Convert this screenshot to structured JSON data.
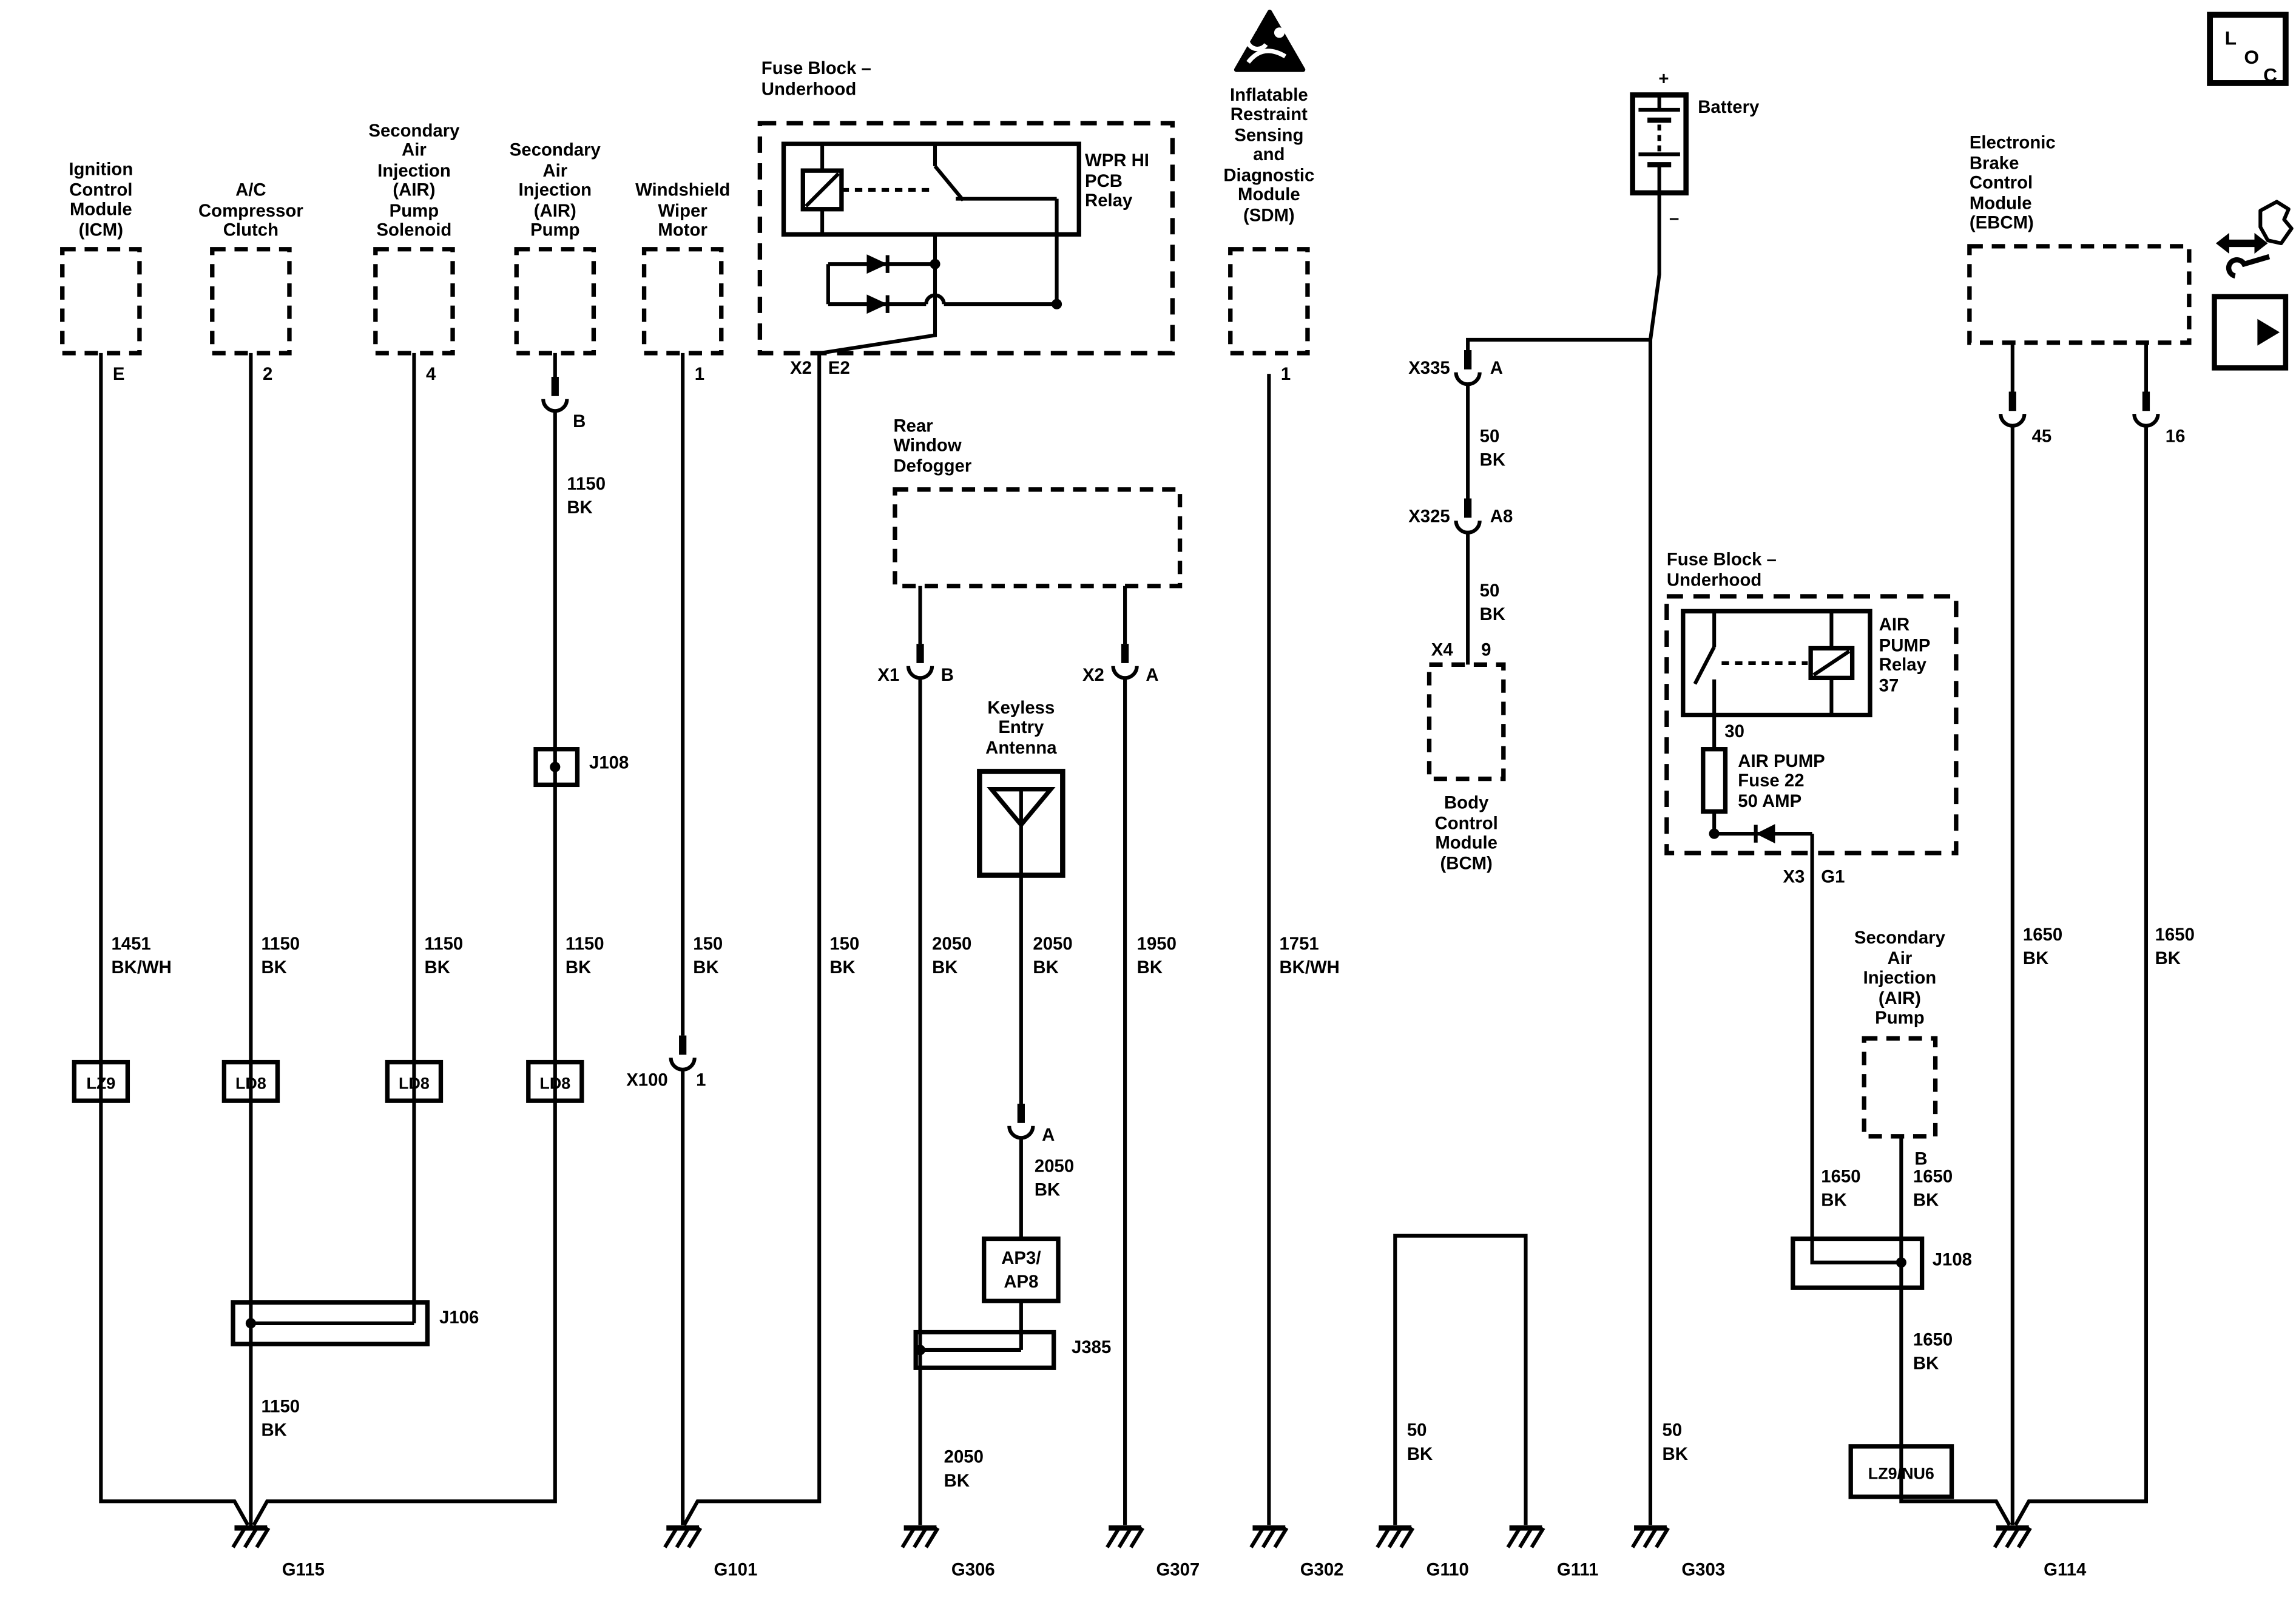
{
  "colors": {
    "ink": "#000000",
    "paper": "#ffffff"
  },
  "corner_box": {
    "letters": [
      "L",
      "O",
      "C"
    ]
  },
  "icons": {
    "top_left_of_sdm": "srs-airbag-warning-icon",
    "right_of_ebcm_1": "service-wrench-arrow-icon",
    "right_of_ebcm_2": "continue-arrow-icon"
  },
  "modules": {
    "icm": {
      "lines": [
        "Ignition",
        "Control",
        "Module",
        "(ICM)"
      ],
      "pin": "E"
    },
    "ac_compressor_clutch": {
      "lines": [
        "A/C",
        "Compressor",
        "Clutch"
      ],
      "pin": "2"
    },
    "air_pump_solenoid": {
      "lines": [
        "Secondary",
        "Air",
        "Injection",
        "(AIR)",
        "Pump",
        "Solenoid"
      ],
      "pin": "4"
    },
    "air_pump_left": {
      "lines": [
        "Secondary",
        "Air",
        "Injection",
        "(AIR)",
        "Pump"
      ],
      "pin": "B"
    },
    "wiper_motor": {
      "lines": [
        "Windshield",
        "Wiper",
        "Motor"
      ],
      "pin": "1"
    },
    "sdm": {
      "lines": [
        "Inflatable",
        "Restraint",
        "Sensing",
        "and",
        "Diagnostic",
        "Module",
        "(SDM)"
      ],
      "pin": "1"
    },
    "rear_defogger": {
      "lines": [
        "Rear",
        "Window",
        "Defogger"
      ],
      "conn_left": "X1",
      "pin_left": "B",
      "conn_right": "X2",
      "pin_right": "A"
    },
    "keyless_antenna": {
      "lines": [
        "Keyless",
        "Entry",
        "Antenna"
      ],
      "conn_pin": "A"
    },
    "bcm": {
      "lines": [
        "Body",
        "Control",
        "Module",
        "(BCM)"
      ],
      "conn": "X4",
      "pin": "9"
    },
    "ebcm": {
      "lines": [
        "Electronic",
        "Brake",
        "Control",
        "Module",
        "(EBCM)"
      ],
      "pin_left": "45",
      "pin_right": "16"
    },
    "air_pump_right": {
      "lines": [
        "Secondary",
        "Air",
        "Injection",
        "(AIR)",
        "Pump"
      ],
      "pin": "B"
    },
    "battery": {
      "label": "Battery",
      "plus": "+",
      "minus": "–"
    }
  },
  "fuse_block_left": {
    "title": [
      "Fuse Block –",
      "Underhood"
    ],
    "relay": [
      "WPR HI",
      "PCB",
      "Relay"
    ],
    "conn": "X2",
    "pin": "E2"
  },
  "fuse_block_right": {
    "title": [
      "Fuse Block –",
      "Underhood"
    ],
    "relay": [
      "AIR",
      "PUMP",
      "Relay",
      "37"
    ],
    "relay_pin": "30",
    "fuse": [
      "AIR PUMP",
      "Fuse 22",
      "50 AMP"
    ],
    "conn": "X3",
    "pin": "G1"
  },
  "inline_connectors": {
    "x335": {
      "name": "X335",
      "pin": "A"
    },
    "x325": {
      "name": "X325",
      "pin": "A8"
    },
    "x100": {
      "name": "X100",
      "pin": "1"
    }
  },
  "splices": {
    "j106": "J106",
    "j108_left": "J108",
    "j108_right": "J108",
    "j385": "J385"
  },
  "option_tags": {
    "lz9": "LZ9",
    "ld8_1": "LD8",
    "ld8_2": "LD8",
    "ld8_3": "LD8",
    "ap3_ap8": [
      "AP3/",
      "AP8"
    ],
    "lz9_nu6": "LZ9/NU6"
  },
  "wire_labels": {
    "icm": [
      "1451",
      "BK/WH"
    ],
    "ac": [
      "1150",
      "BK"
    ],
    "solenoid": [
      "1150",
      "BK"
    ],
    "pump_left_upper": [
      "1150",
      "BK"
    ],
    "pump_left_mid": [
      "1150",
      "BK"
    ],
    "ac_lower": [
      "1150",
      "BK"
    ],
    "wiper": [
      "150",
      "BK"
    ],
    "wpr_output": [
      "150",
      "BK"
    ],
    "defog_left": [
      "2050",
      "BK"
    ],
    "antenna": [
      "2050",
      "BK"
    ],
    "antenna_below_a": [
      "2050",
      "BK"
    ],
    "defog_ground": [
      "2050",
      "BK"
    ],
    "defog_right": [
      "1950",
      "BK"
    ],
    "sdm": [
      "1751",
      "BK/WH"
    ],
    "battery_to_x335": [
      "50",
      "BK"
    ],
    "x325_to_bcm": [
      "50",
      "BK"
    ],
    "ground_strap": [
      "50",
      "BK"
    ],
    "battery_ground": [
      "50",
      "BK"
    ],
    "pump_feed": [
      "1650",
      "BK"
    ],
    "pump_b": [
      "1650",
      "BK"
    ],
    "ebcm_45": [
      "1650",
      "BK"
    ],
    "ebcm_16": [
      "1650",
      "BK"
    ],
    "below_j108": [
      "1650",
      "BK"
    ]
  },
  "grounds": {
    "g115": "G115",
    "g101": "G101",
    "g306": "G306",
    "g307": "G307",
    "g302": "G302",
    "g110": "G110",
    "g111": "G111",
    "g303": "G303",
    "g114": "G114"
  }
}
